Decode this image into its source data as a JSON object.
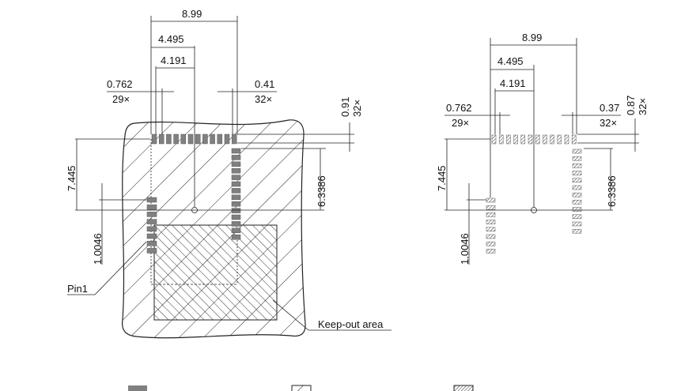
{
  "left_drawing": {
    "dim_width": "8.99",
    "dim_half": "4.495",
    "dim_offset": "4.191",
    "pitch_left": "0.762",
    "pitch_left_count": "29×",
    "pad_width": "0.41",
    "pad_width_count": "32×",
    "pad_height": "0.91",
    "pad_height_count": "32×",
    "dim_vertical": "7.445",
    "dim_right_column": "6.3386",
    "dim_left_column": "1.0046",
    "label_pin1": "Pin1",
    "label_keepout": "Keep-out area"
  },
  "right_drawing": {
    "dim_width": "8.99",
    "dim_half": "4.495",
    "dim_offset": "4.191",
    "pitch_left": "0.762",
    "pitch_left_count": "29×",
    "pad_width": "0.37",
    "pad_width_count": "32×",
    "pad_height": "0.87",
    "pad_height_count": "32×",
    "dim_vertical": "7.445",
    "dim_right_column": "6.3386",
    "dim_left_column": "1.0046"
  },
  "legend": {
    "items": [
      {
        "swatch": "solid-gray"
      },
      {
        "swatch": "single-hatch"
      },
      {
        "swatch": "dense-hatch"
      }
    ]
  },
  "colors": {
    "pad": "#808080",
    "line": "#222222"
  }
}
